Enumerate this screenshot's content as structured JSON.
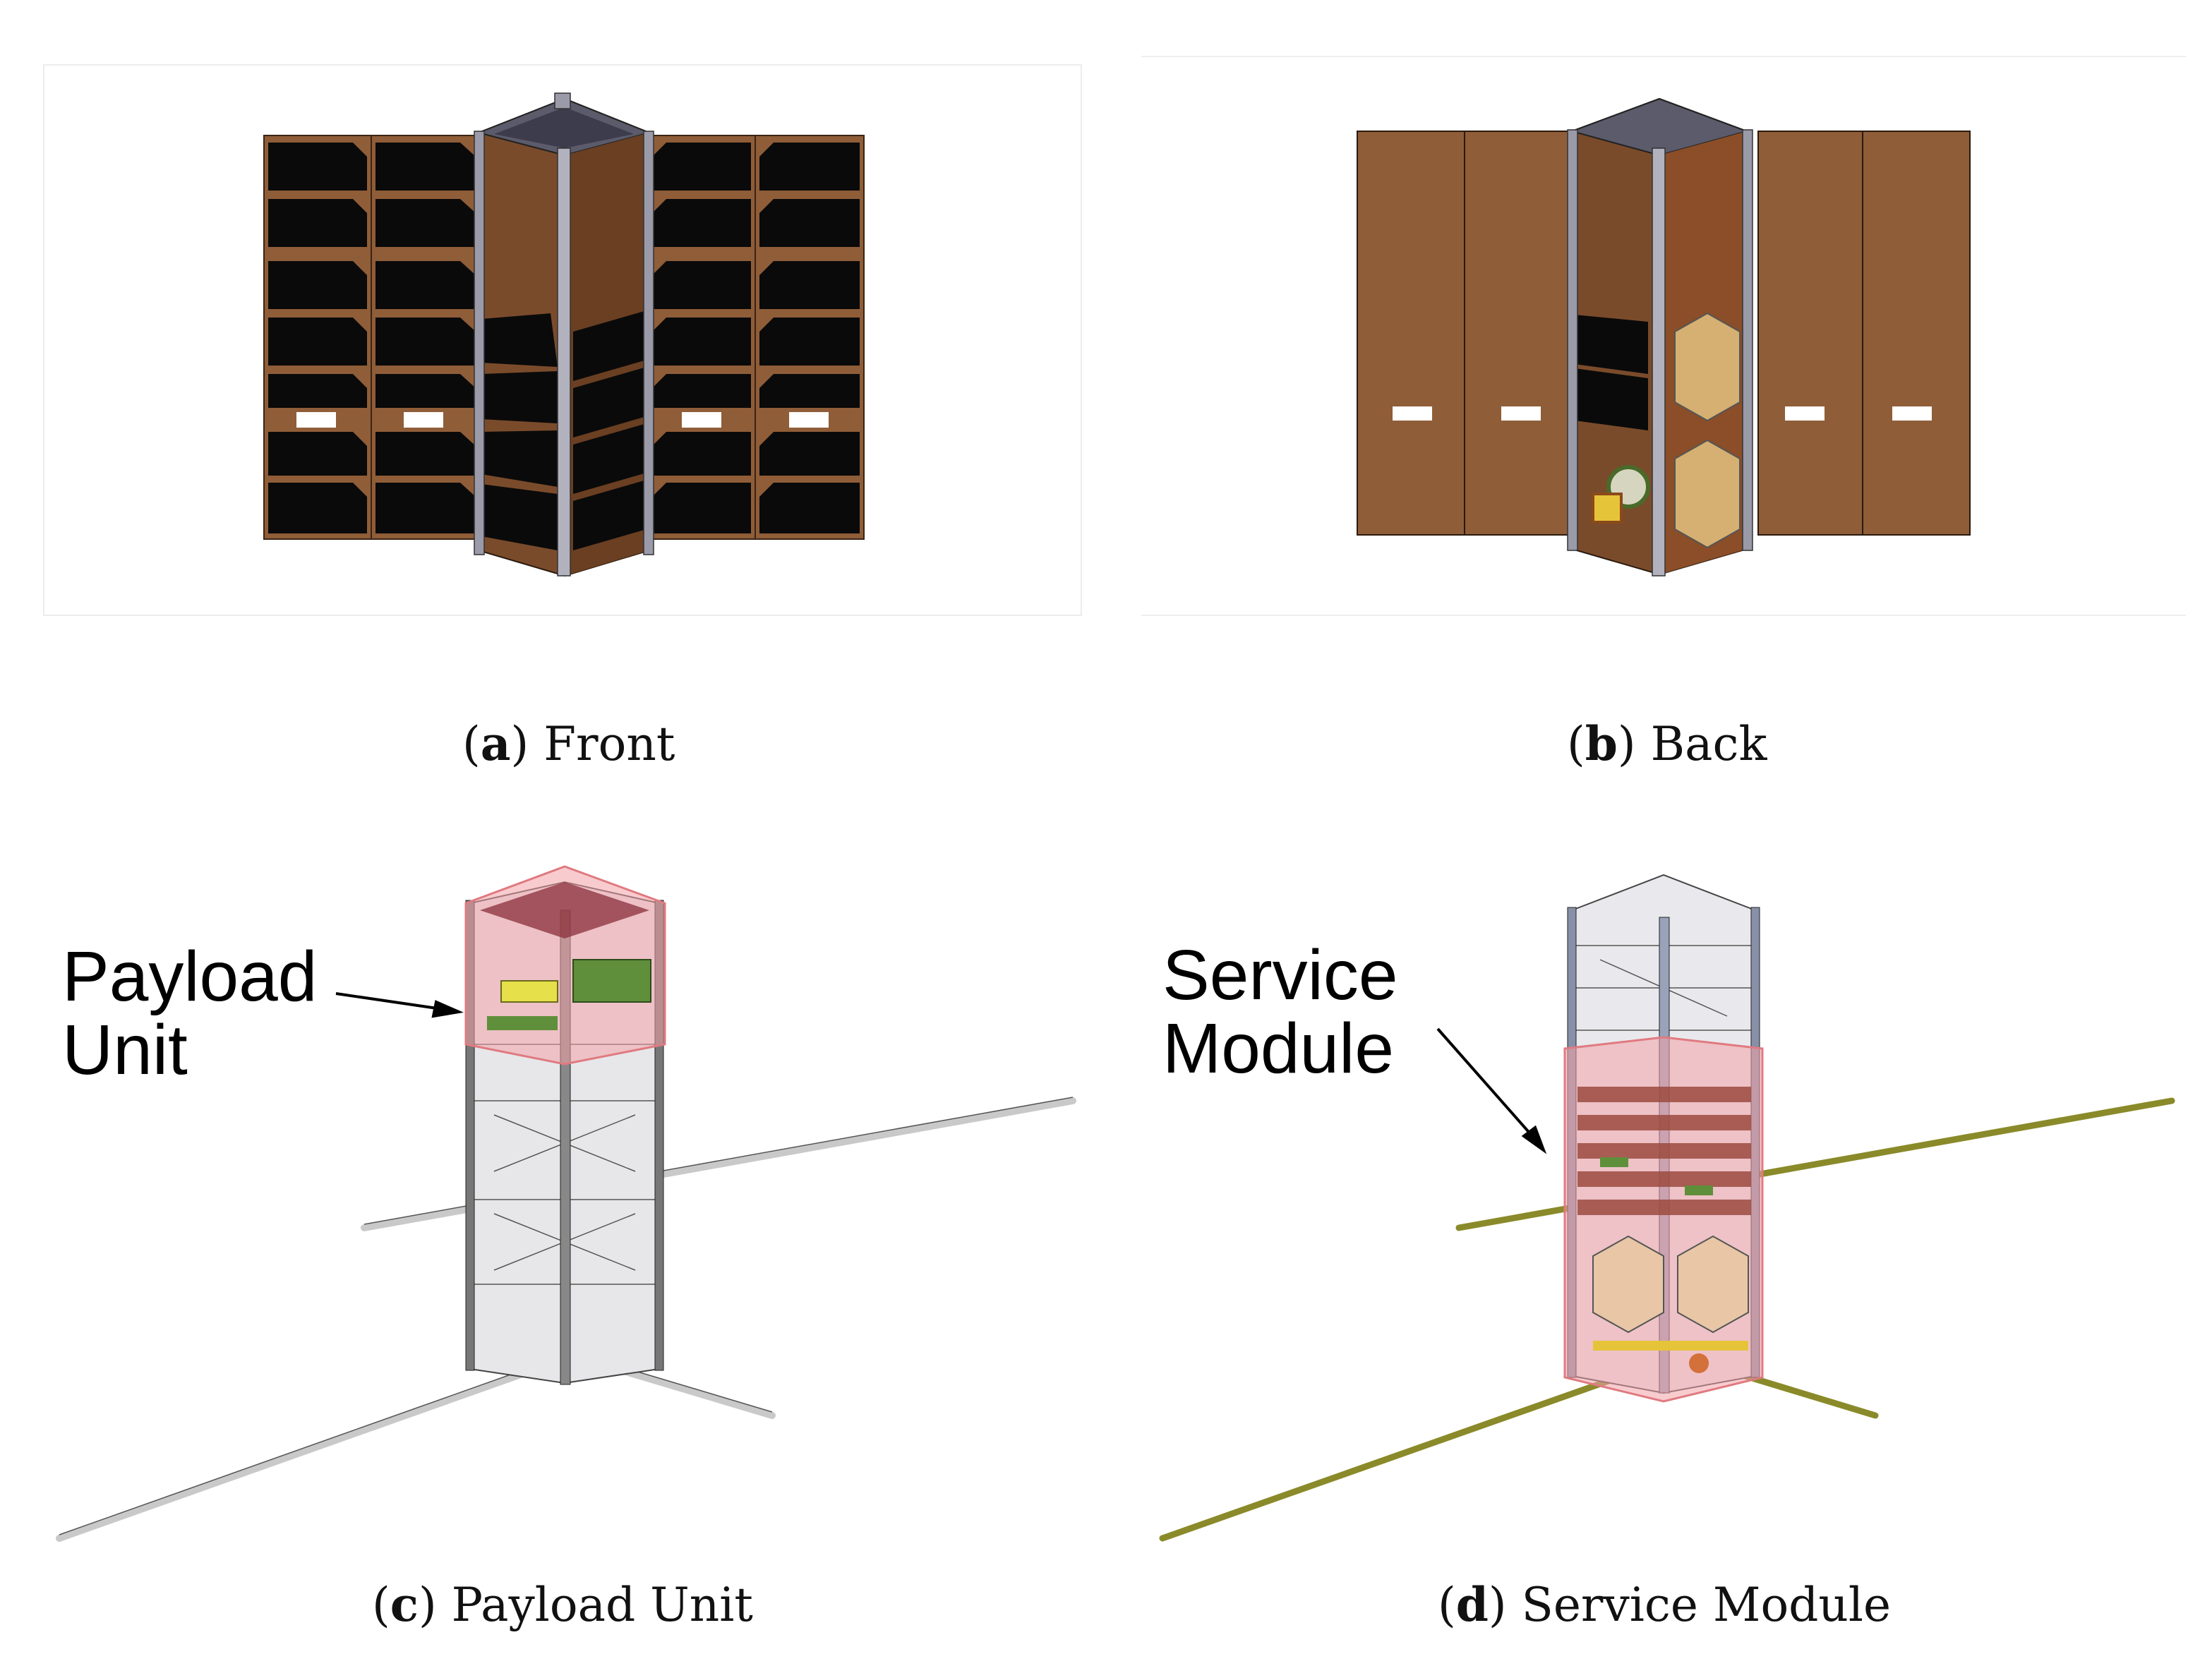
{
  "figure": {
    "panels": [
      {
        "id": "a",
        "letter": "a",
        "title": "Front"
      },
      {
        "id": "b",
        "letter": "b",
        "title": "Back"
      },
      {
        "id": "c",
        "letter": "c",
        "title": "Payload Unit"
      },
      {
        "id": "d",
        "letter": "d",
        "title": "Service Module"
      }
    ],
    "callouts": {
      "payload_line1": "Payload",
      "payload_line2": "Unit",
      "service_line1": "Service",
      "service_line2": "Module"
    },
    "colors": {
      "panel_brown": "#8f5d38",
      "body_brown": "#7a4b2b",
      "solar_cell": "#0a0a0a",
      "frame_grey": "#9a9aa8",
      "highlight_red": "#f2a3a8",
      "antenna_olive": "#8a8a2a",
      "antenna_grey": "#c9c9c9",
      "board_green": "#5f8f3a"
    },
    "icons": [
      "cubesat-front-render",
      "cubesat-back-render",
      "cubesat-payload-render",
      "cubesat-service-render"
    ]
  }
}
